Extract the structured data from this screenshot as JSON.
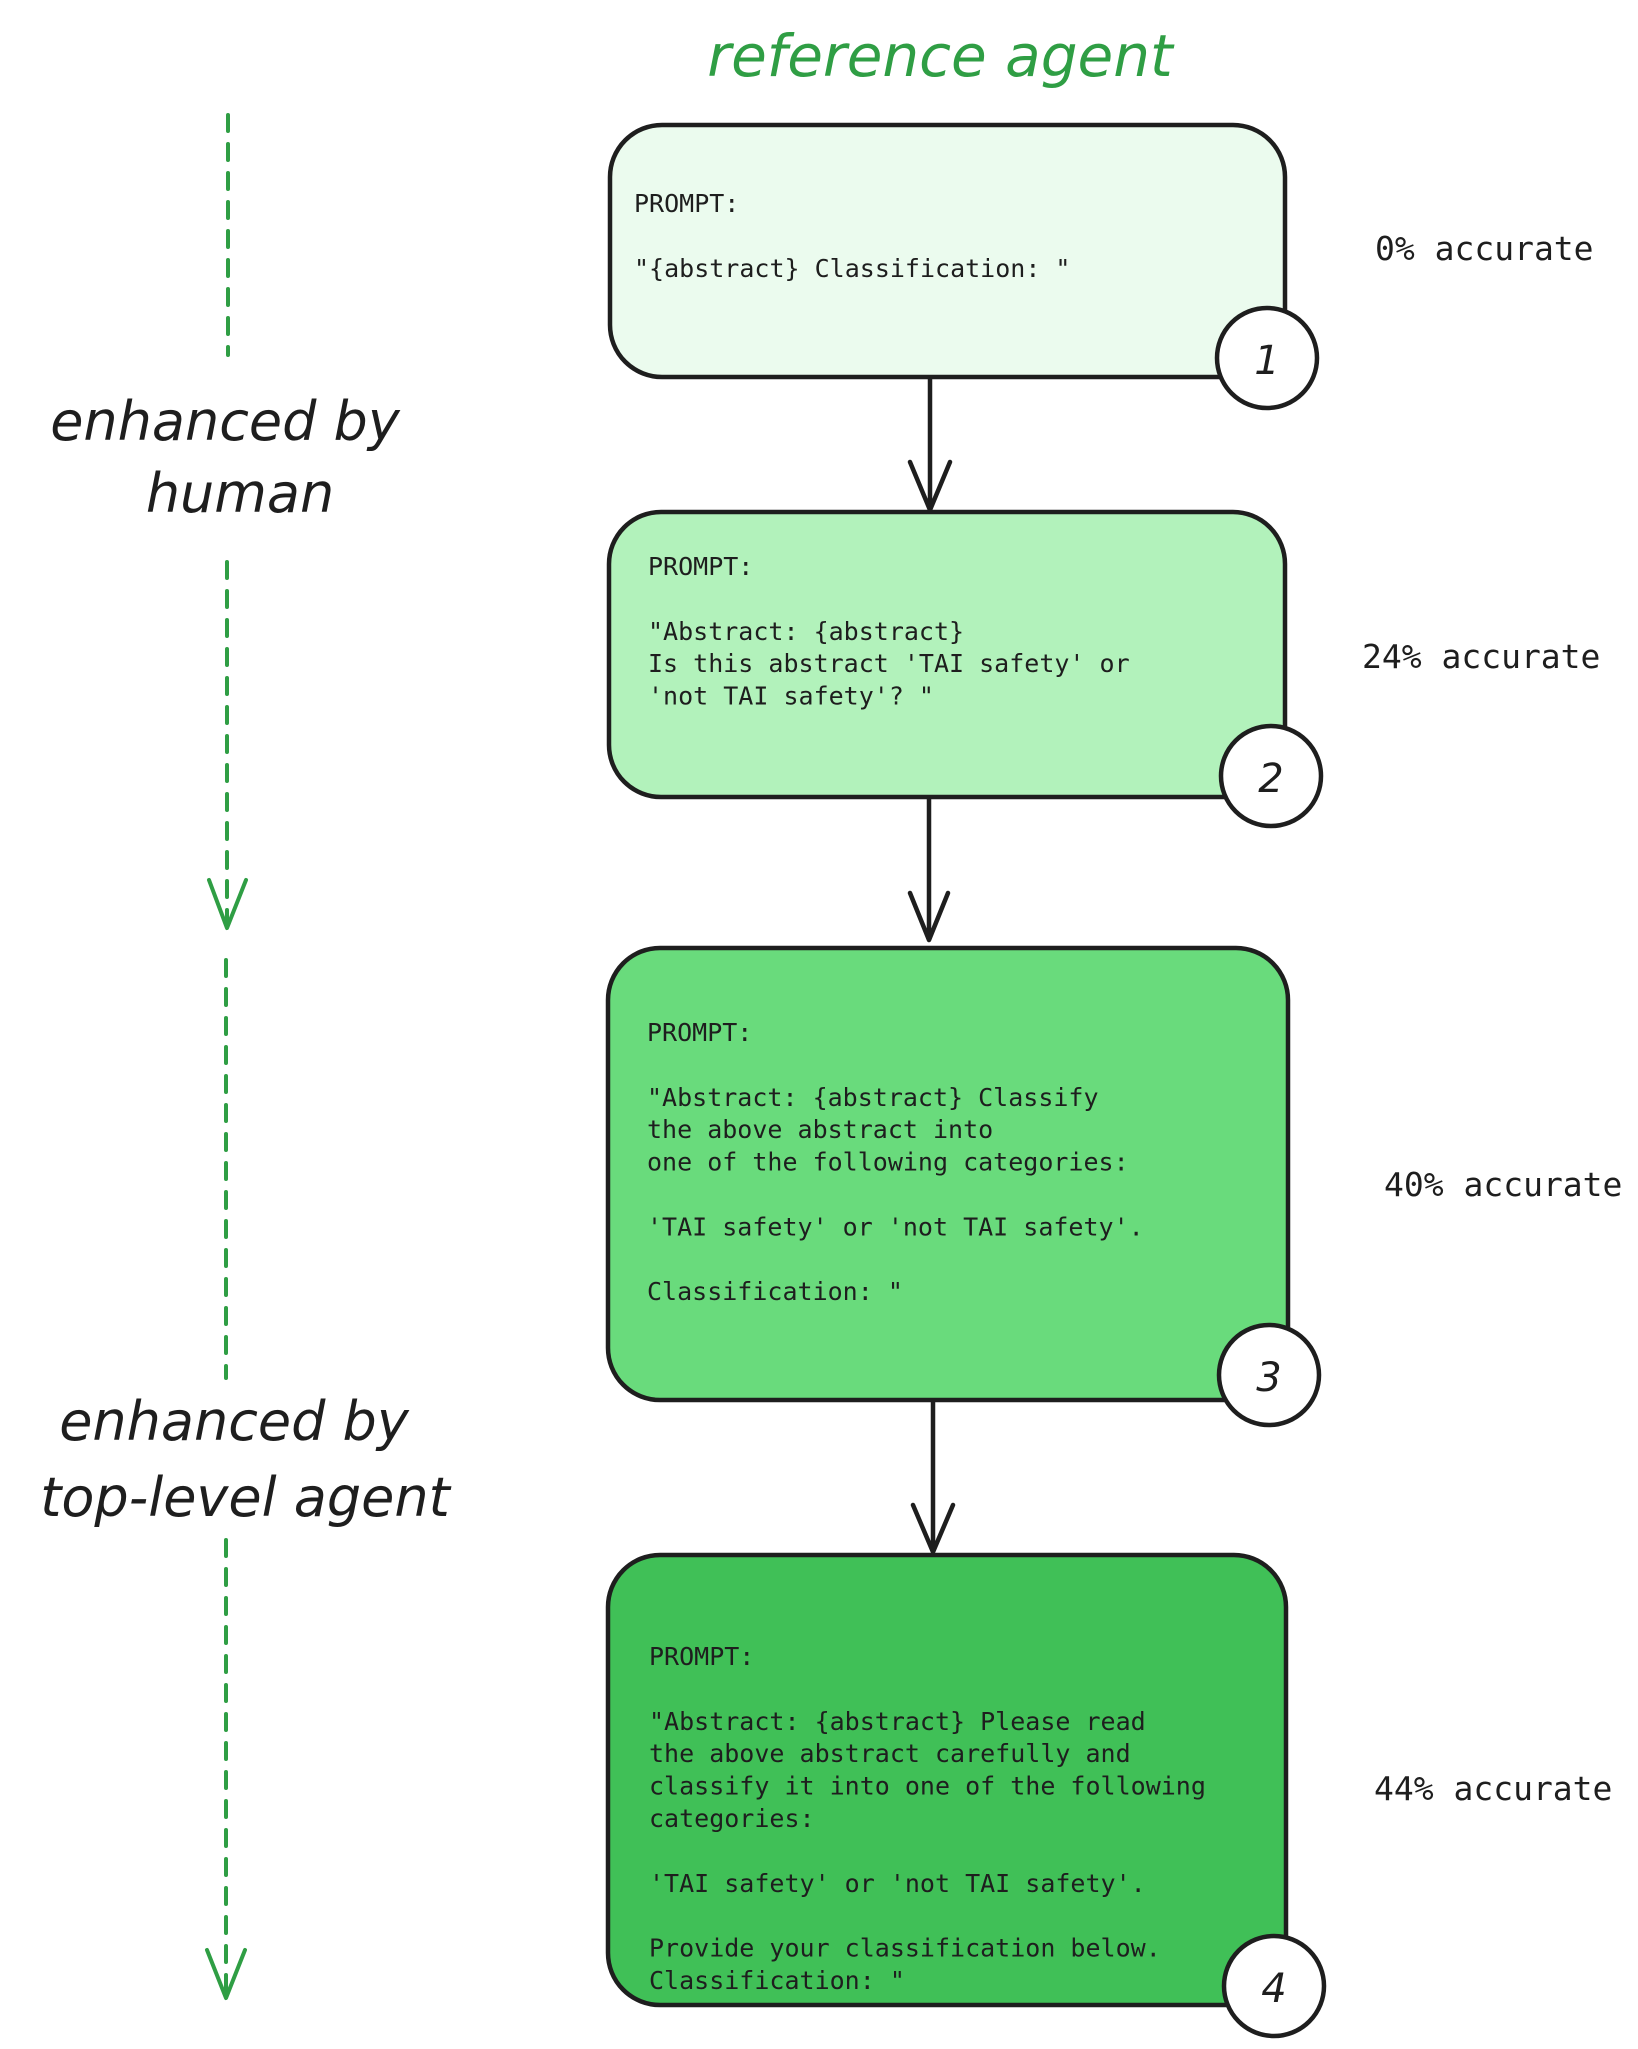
{
  "title": "reference agent",
  "side_labels": {
    "human": [
      "enhanced by",
      "human"
    ],
    "agent": [
      "enhanced by",
      "top-level agent"
    ]
  },
  "colors": {
    "title": "#2f9e44",
    "dashed_arrow": "#2f9e44",
    "stroke": "#1e1e1e",
    "box_1": "#ebfbee",
    "box_2": "#b2f2bb",
    "box_3": "#69db7c",
    "box_4": "#40c057"
  },
  "steps": [
    {
      "number": "1",
      "accuracy": "0% accurate",
      "lines": [
        "PROMPT:",
        "",
        "\"{abstract} Classification: \""
      ]
    },
    {
      "number": "2",
      "accuracy": "24% accurate",
      "lines": [
        "PROMPT:",
        "",
        "\"Abstract: {abstract}",
        "Is this abstract 'TAI safety' or",
        "'not TAI safety'? \""
      ]
    },
    {
      "number": "3",
      "accuracy": "40% accurate",
      "lines": [
        "PROMPT:",
        "",
        "\"Abstract: {abstract} Classify",
        "the above abstract into",
        "one of the following categories:",
        "",
        "'TAI safety' or 'not TAI safety'.",
        "",
        "Classification: \""
      ]
    },
    {
      "number": "4",
      "accuracy": "44% accurate",
      "lines": [
        "PROMPT:",
        "",
        "\"Abstract: {abstract} Please read",
        "the above abstract carefully and",
        "classify it into one of the following",
        "categories:",
        "",
        "'TAI safety' or 'not TAI safety'.",
        "",
        "Provide your classification below.",
        "Classification: \""
      ]
    }
  ]
}
